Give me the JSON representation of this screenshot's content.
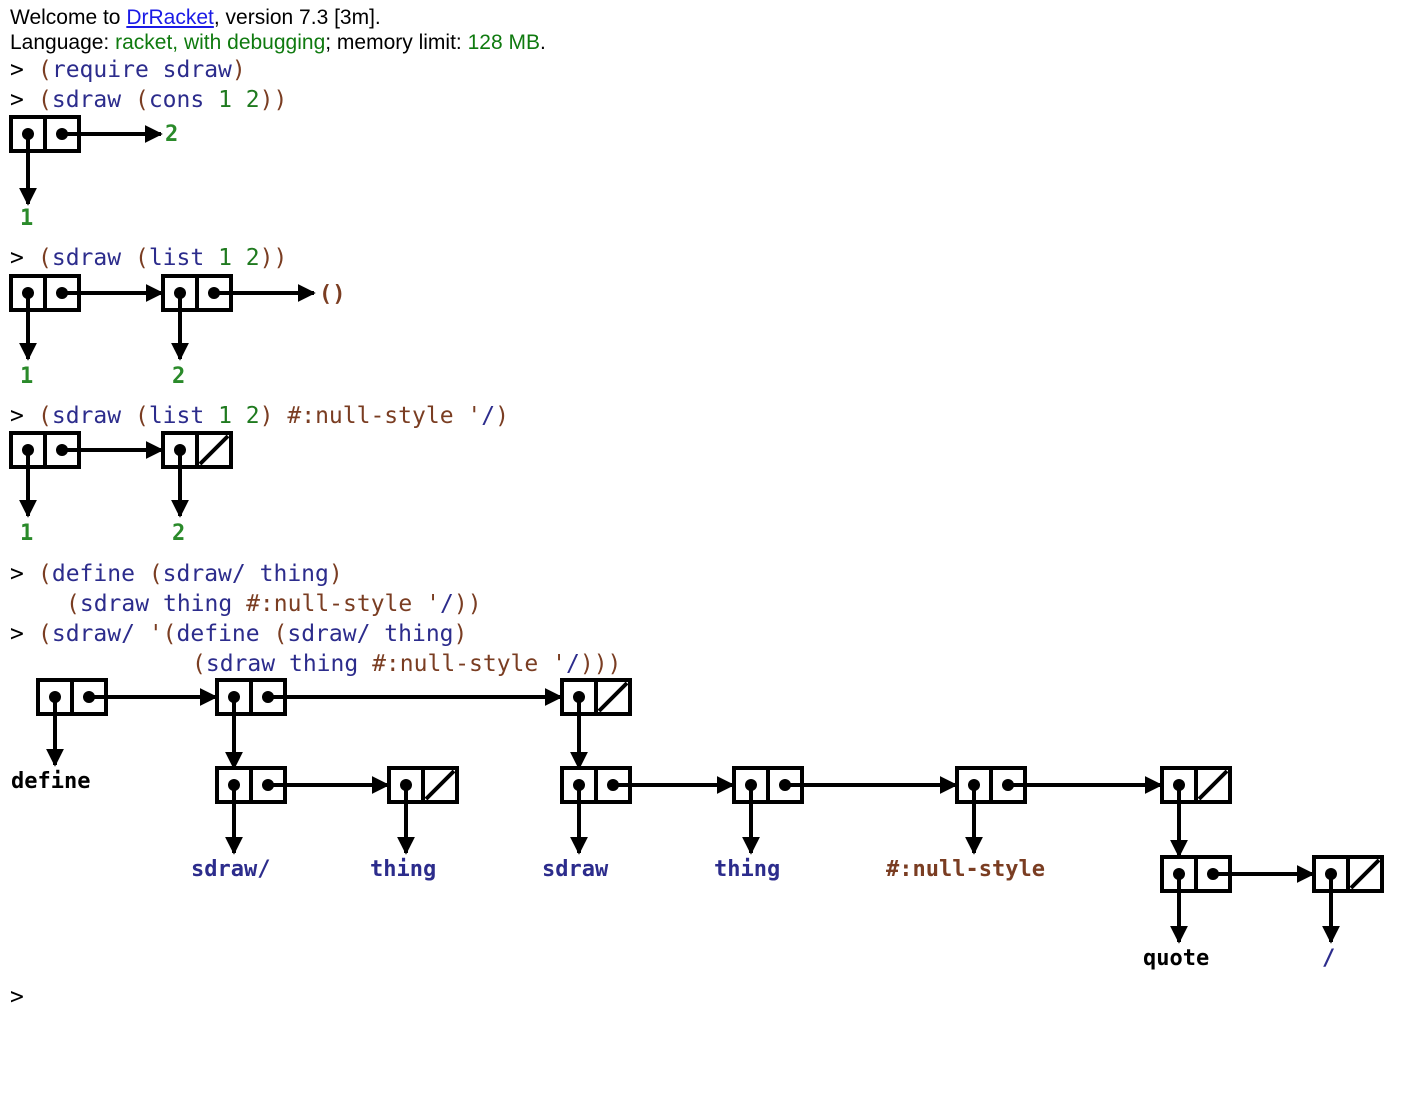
{
  "banner": {
    "welcome_prefix": "Welcome to ",
    "app_link": "DrRacket",
    "welcome_suffix": ", version 7.3 [3m].",
    "language_prefix": "Language: ",
    "language_value": "racket, with debugging",
    "memory_prefix": "; memory limit: ",
    "memory_value": "128 MB",
    "memory_suffix": "."
  },
  "prompt": ">",
  "interactions": [
    "(require sdraw)",
    "(sdraw (cons 1 2))",
    "(sdraw (list 1 2))",
    "(sdraw (list 1 2) #:null-style '/)",
    "(define (sdraw/ thing)",
    "(sdraw thing #:null-style '/))",
    "(sdraw/ '(define (sdraw/ thing)",
    "(sdraw thing #:null-style '/)))"
  ],
  "diagram_labels": {
    "d1_car": "1",
    "d1_cdr": "2",
    "d2_car1": "1",
    "d2_car2": "2",
    "d2_null": "()",
    "d3_car1": "1",
    "d3_car2": "2",
    "d4_define": "define",
    "d4_sdraw_slash": "sdraw/",
    "d4_thing1": "thing",
    "d4_sdraw": "sdraw",
    "d4_thing2": "thing",
    "d4_null_style": "#:null-style",
    "d4_quote": "quote",
    "d4_slash": "/"
  }
}
